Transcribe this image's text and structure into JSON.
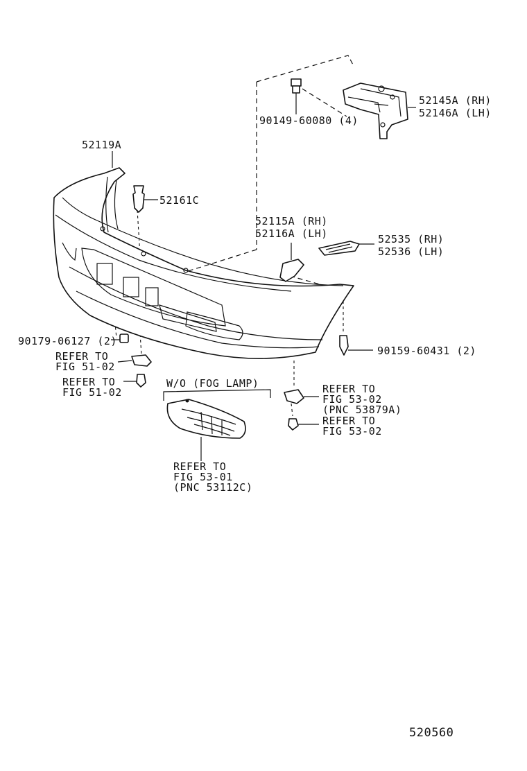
{
  "labels": {
    "p52145a": "52145A (RH)",
    "p52146a": "52146A (LH)",
    "p90149": "90149-60080 (4)",
    "p52119a": "52119A",
    "p52161c": "52161C",
    "p52115a": "52115A (RH)",
    "p52116a": "52116A (LH)",
    "p52535": "52535 (RH)",
    "p52536": "52536 (LH)",
    "p90179": "90179-06127 (2)",
    "p90159": "90159-60431 (2)",
    "ref1_a": "REFER TO",
    "ref1_b": "FIG 51-02",
    "ref2_a": "REFER TO",
    "ref2_b": "FIG 51-02",
    "wo_fog": "W/O (FOG LAMP)",
    "ref3_a": "REFER TO",
    "ref3_b": "FIG 53-02",
    "ref3_c": "(PNC 53879A)",
    "ref4_a": "REFER TO",
    "ref4_b": "FIG 53-02",
    "ref5_a": "REFER TO",
    "ref5_b": "FIG 53-01",
    "ref5_c": "(PNC 53112C)",
    "diagram_id": "520560"
  }
}
